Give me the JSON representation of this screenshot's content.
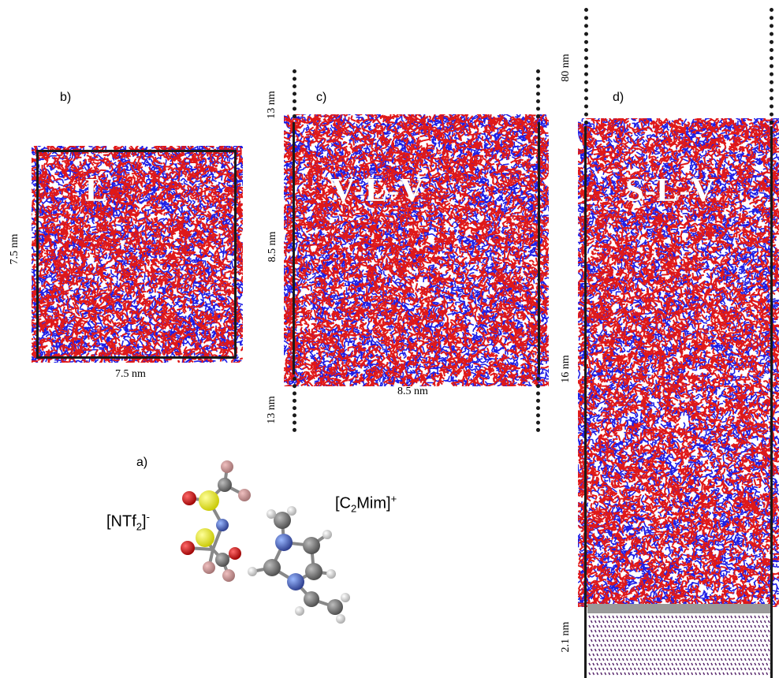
{
  "panels": {
    "a": {
      "letter": "a)",
      "anion_label": "[NTf",
      "anion_sub": "2",
      "anion_sup": "-",
      "cation_label_pre": "[C",
      "cation_sub": "2",
      "cation_label_post": "Mim]",
      "cation_sup": "+"
    },
    "b": {
      "letter": "b)",
      "phase": "L",
      "width_label": "7.5 nm",
      "height_label": "7.5 nm"
    },
    "c": {
      "letter": "c)",
      "phase": "V-L-V",
      "width_label": "8.5 nm",
      "height_label": "8.5 nm",
      "top_vacuum_label": "13 nm",
      "bottom_vacuum_label": "13 nm"
    },
    "d": {
      "letter": "d)",
      "phase": "S-L-V",
      "vacuum_label": "80 nm",
      "liquid_label": "16 nm",
      "solid_label": "2.1 nm"
    }
  },
  "colors": {
    "cation": "#1e1ee6",
    "anion": "#e01818",
    "box": "#1a1a1a",
    "substrate": "#5a2a6e",
    "substrate_top": "#9a9a9a"
  }
}
